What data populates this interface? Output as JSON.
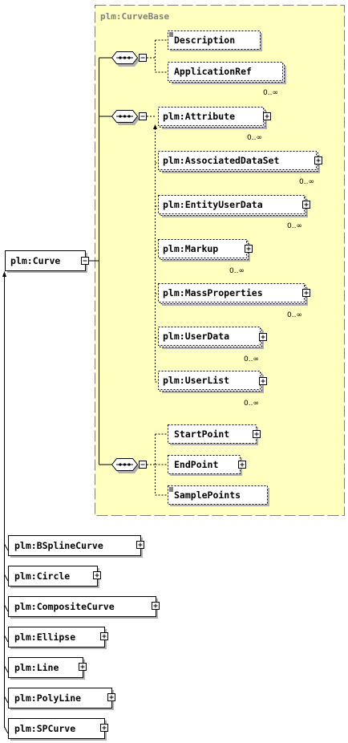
{
  "group": {
    "title": "plm:CurveBase"
  },
  "root": {
    "label": "plm:Curve"
  },
  "seq1": [
    {
      "label": "Description",
      "occurs": ""
    },
    {
      "label": "ApplicationRef",
      "occurs": "0..∞"
    }
  ],
  "choice": [
    {
      "label": "plm:Attribute",
      "occurs": "0..∞"
    },
    {
      "label": "plm:AssociatedDataSet",
      "occurs": "0..∞"
    },
    {
      "label": "plm:EntityUserData",
      "occurs": "0..∞"
    },
    {
      "label": "plm:Markup",
      "occurs": "0..∞"
    },
    {
      "label": "plm:MassProperties",
      "occurs": "0..∞"
    },
    {
      "label": "plm:UserData",
      "occurs": "0..∞"
    },
    {
      "label": "plm:UserList",
      "occurs": "0..∞"
    }
  ],
  "seq3": [
    {
      "label": "StartPoint"
    },
    {
      "label": "EndPoint"
    },
    {
      "label": "SamplePoints"
    }
  ],
  "derived": [
    {
      "label": "plm:BSplineCurve"
    },
    {
      "label": "plm:Circle"
    },
    {
      "label": "plm:CompositeCurve"
    },
    {
      "label": "plm:Ellipse"
    },
    {
      "label": "plm:Line"
    },
    {
      "label": "plm:PolyLine"
    },
    {
      "label": "plm:SPCurve"
    }
  ]
}
